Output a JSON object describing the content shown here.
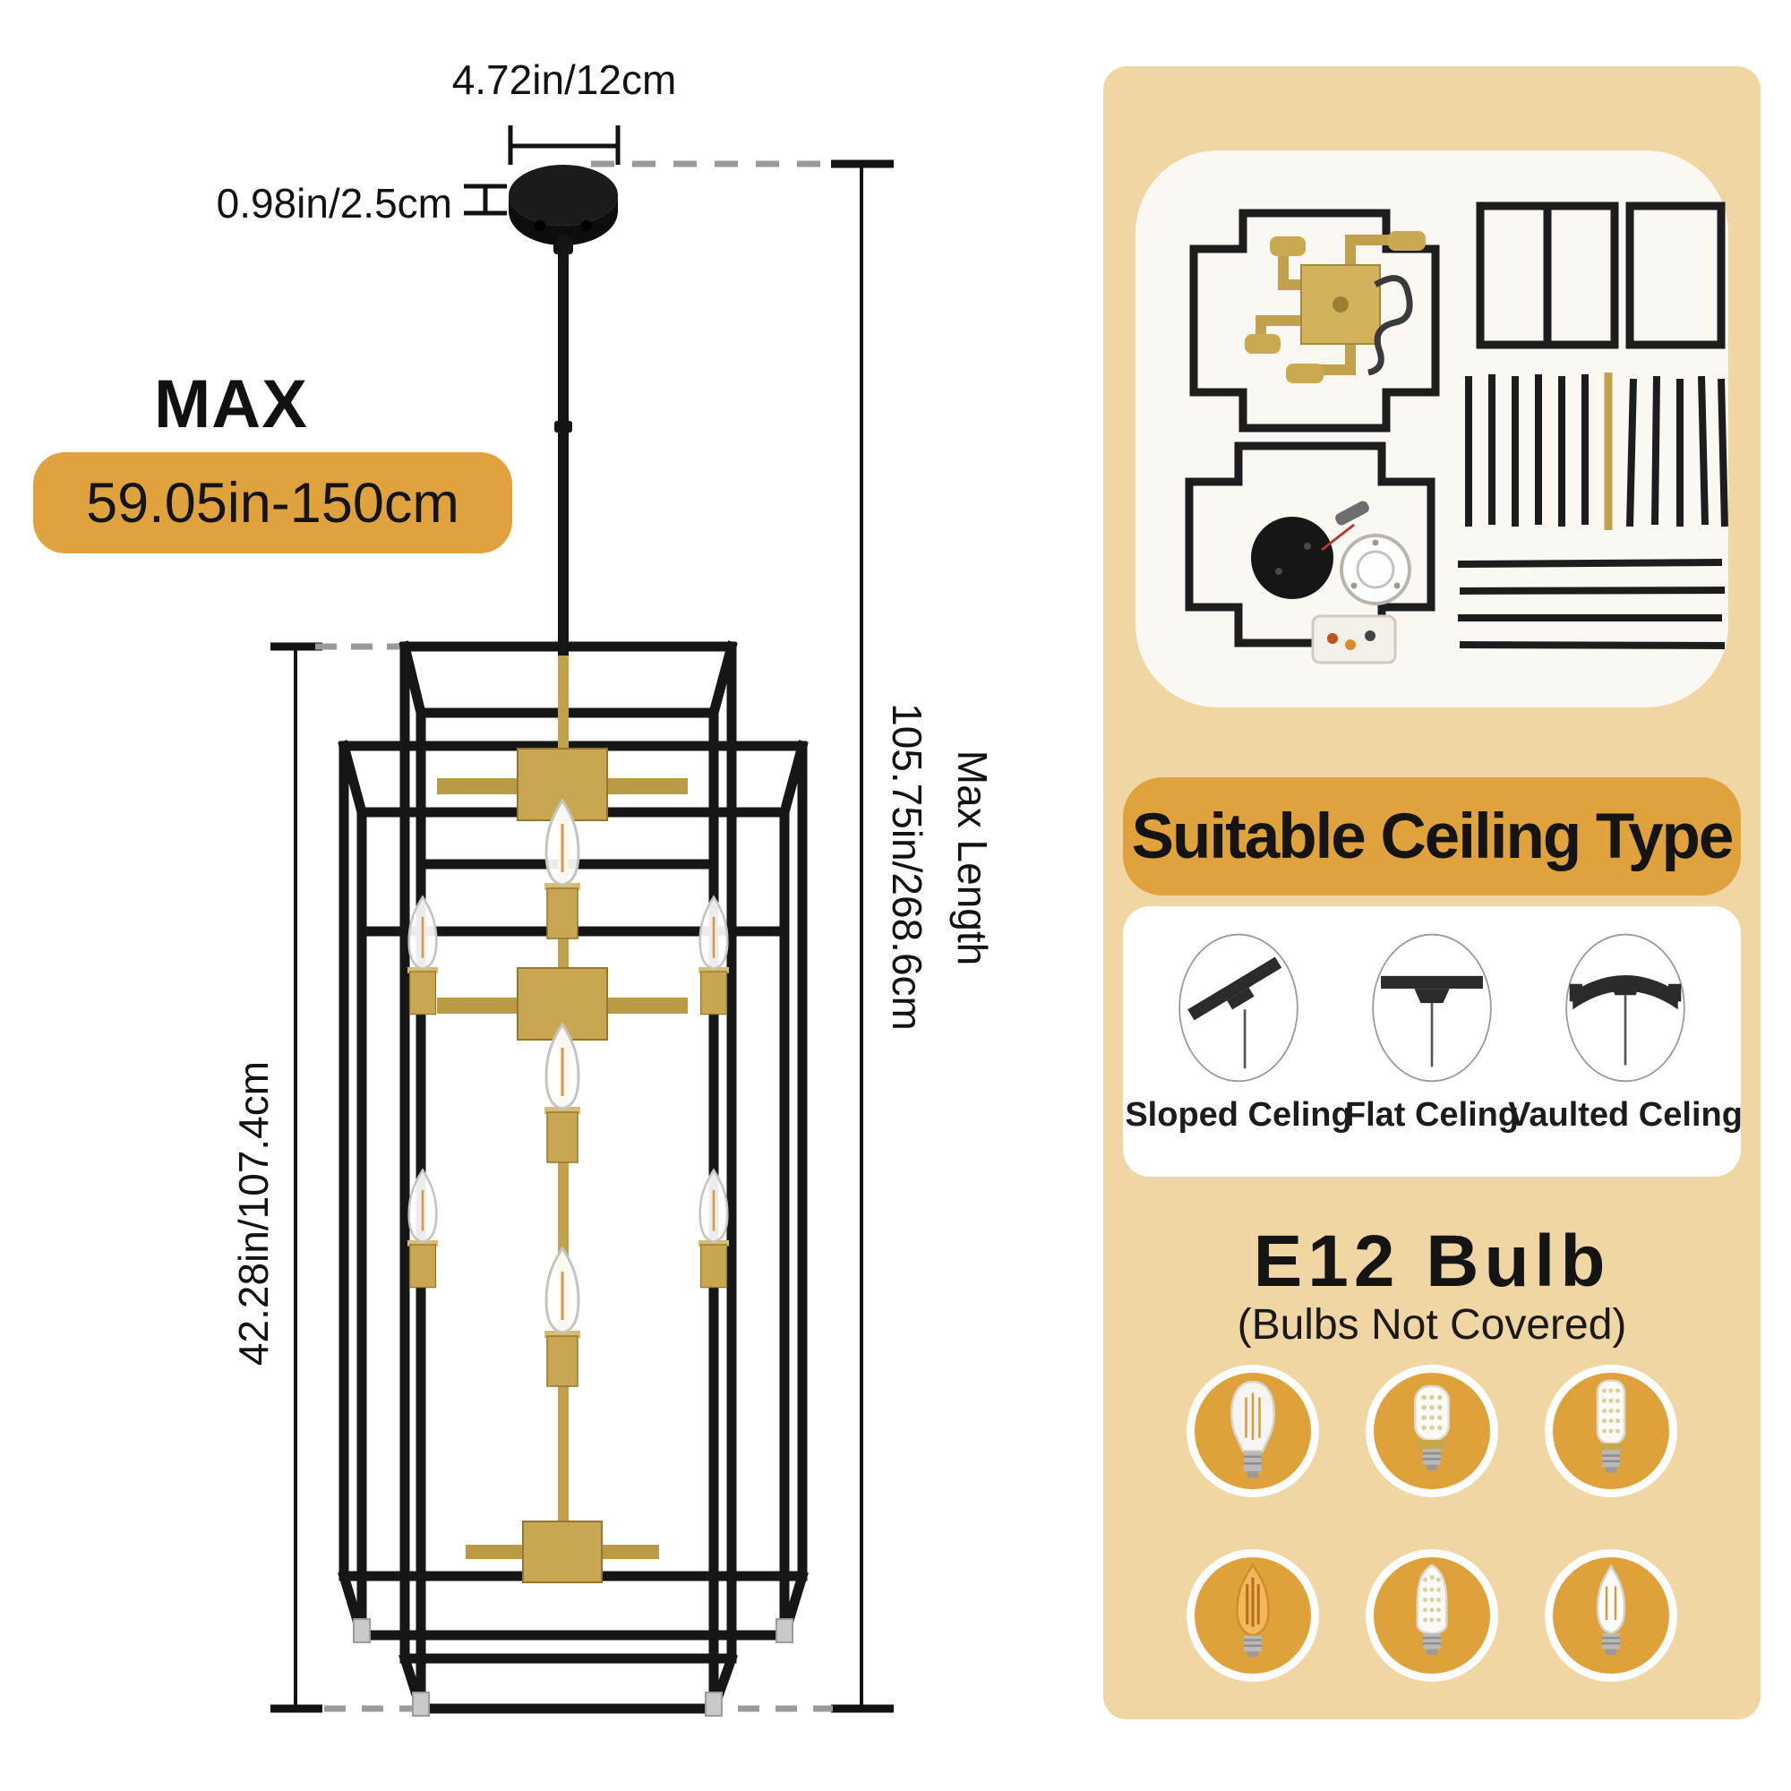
{
  "product_diagram": {
    "canopy_width": "4.72in/12cm",
    "canopy_height": "0.98in/2.5cm",
    "max_label": "MAX",
    "max_drop_badge": "59.05in-150cm",
    "fixture_height": "42.28in/107.4cm",
    "max_length_label": "Max Length",
    "max_length_value": "105.75in/268.6cm"
  },
  "side_panel": {
    "parts_photo": "chandelier-parts-flatlay",
    "ceiling": {
      "title": "Suitable Ceiling Type",
      "types": [
        {
          "label": "Sloped Celing",
          "icon": "sloped-ceiling-icon"
        },
        {
          "label": "Flat Celing",
          "icon": "flat-ceiling-icon"
        },
        {
          "label": "Vaulted Celing",
          "icon": "vaulted-ceiling-icon"
        }
      ]
    },
    "bulb": {
      "title": "E12 Bulb",
      "subtitle": "(Bulbs Not Covered)",
      "icons": [
        "edison-filament-bulb-icon",
        "corn-led-bulb-icon",
        "corn-led-tall-bulb-icon",
        "amber-candle-bulb-icon",
        "corn-candle-bulb-icon",
        "clear-candle-bulb-icon"
      ]
    }
  },
  "colors": {
    "accent_orange": "#DFA23C",
    "panel_tan": "#EFD6A3",
    "bulb_circle_orange": "#DFA23B",
    "brass_gold": "#C3A14C",
    "frame_black": "#161616"
  }
}
